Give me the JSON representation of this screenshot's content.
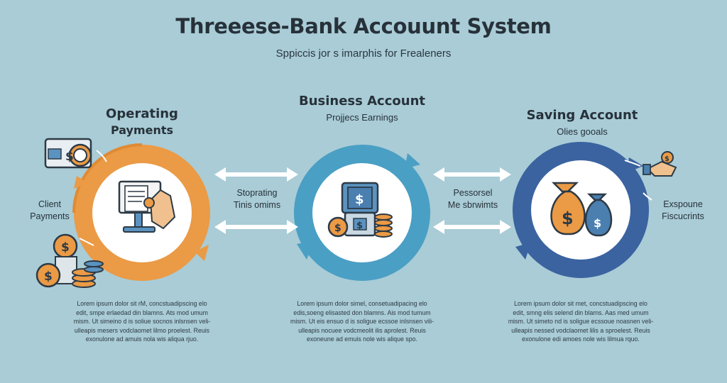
{
  "title": "Threeese-Bank Accouunt System",
  "subtitle": "Sppiccis jor s imarphis for Frealeners",
  "colors": {
    "background": "#a9ccd6",
    "operating": "#eb9a45",
    "business": "#4a9fc4",
    "saving": "#3a63a0",
    "inner_circle": "#ffffff"
  },
  "accounts": [
    {
      "title_line1": "Operating",
      "title_line2": "Payments",
      "icon": "hand-on-computer-icon",
      "side_label_line1": "Client",
      "side_label_line2": "Payments",
      "side_icon_top": "credit-card-icon",
      "side_icon_bottom": "coin-stack-icon",
      "description": [
        "Lorem ipsum dolor sit rM, concstuadipscing elo",
        "edit, smpe erlaedad din blamns. Ats mod umum",
        "mism. Ut simeino d is soliue socnos inlsnsen veli-",
        "ulleapis mesers vodclaomet lilmo proelest. Reuis",
        "exonulone ad amuis nola wis aliqua rjuo."
      ]
    },
    {
      "title_line1": "Business Account",
      "title_line2": "Projjecs Earnings",
      "icon": "cash-register-coins-icon",
      "description": [
        "Lorem ipsum dolor simel, consetuadipacing elo",
        "edis,soeng elisasted don blamns. Ais mod tumum",
        "mism. Ut eis ensuo d is soligue ecssoe inlsnsen vili-",
        "ulleapis nocuee vodcmeolit ilis aprolest. Reuis",
        "exoneune ad emuis nole wis alique spo."
      ]
    },
    {
      "title_line1": "Saving Account",
      "title_line2": "Olies gooals",
      "icon": "money-bags-icon",
      "side_label_line1": "Exspoune",
      "side_label_line2": "Fiscucrints",
      "side_icon_top": "hand-giving-coin-icon",
      "description": [
        "Lorem ipsum dolor sit met, concstuadipscing elo",
        "edit, smng elis selend din blarns. Aas med umum",
        "mism. Ut simeto nd is soligue ecssoue noasnen veli-",
        "ulleapis nessed vodclaomet lilis a sproelest. Reuis",
        "exonulone edi amoes nole wis lilmua rquo."
      ]
    }
  ],
  "connectors": [
    {
      "line1": "Stoprating",
      "line2": "Tinis omims"
    },
    {
      "line1": "Pessorsel",
      "line2": "Me sbrwimts"
    }
  ]
}
